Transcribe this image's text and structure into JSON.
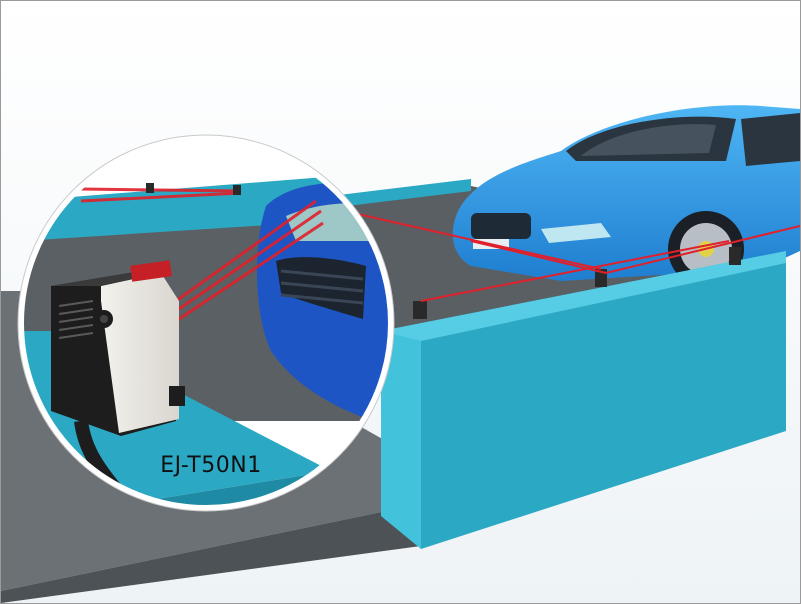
{
  "product": {
    "model_label": "EJ-T50N1"
  },
  "colors": {
    "wall": "#2ba9c4",
    "wall_light": "#3cc0db",
    "ground": "#5f6469",
    "car_body": "#2f9be8",
    "laser": "#e0202a"
  },
  "icons": [
    "photoelectric-sensor",
    "sports-car",
    "laser-beam",
    "magnifier-circle"
  ]
}
